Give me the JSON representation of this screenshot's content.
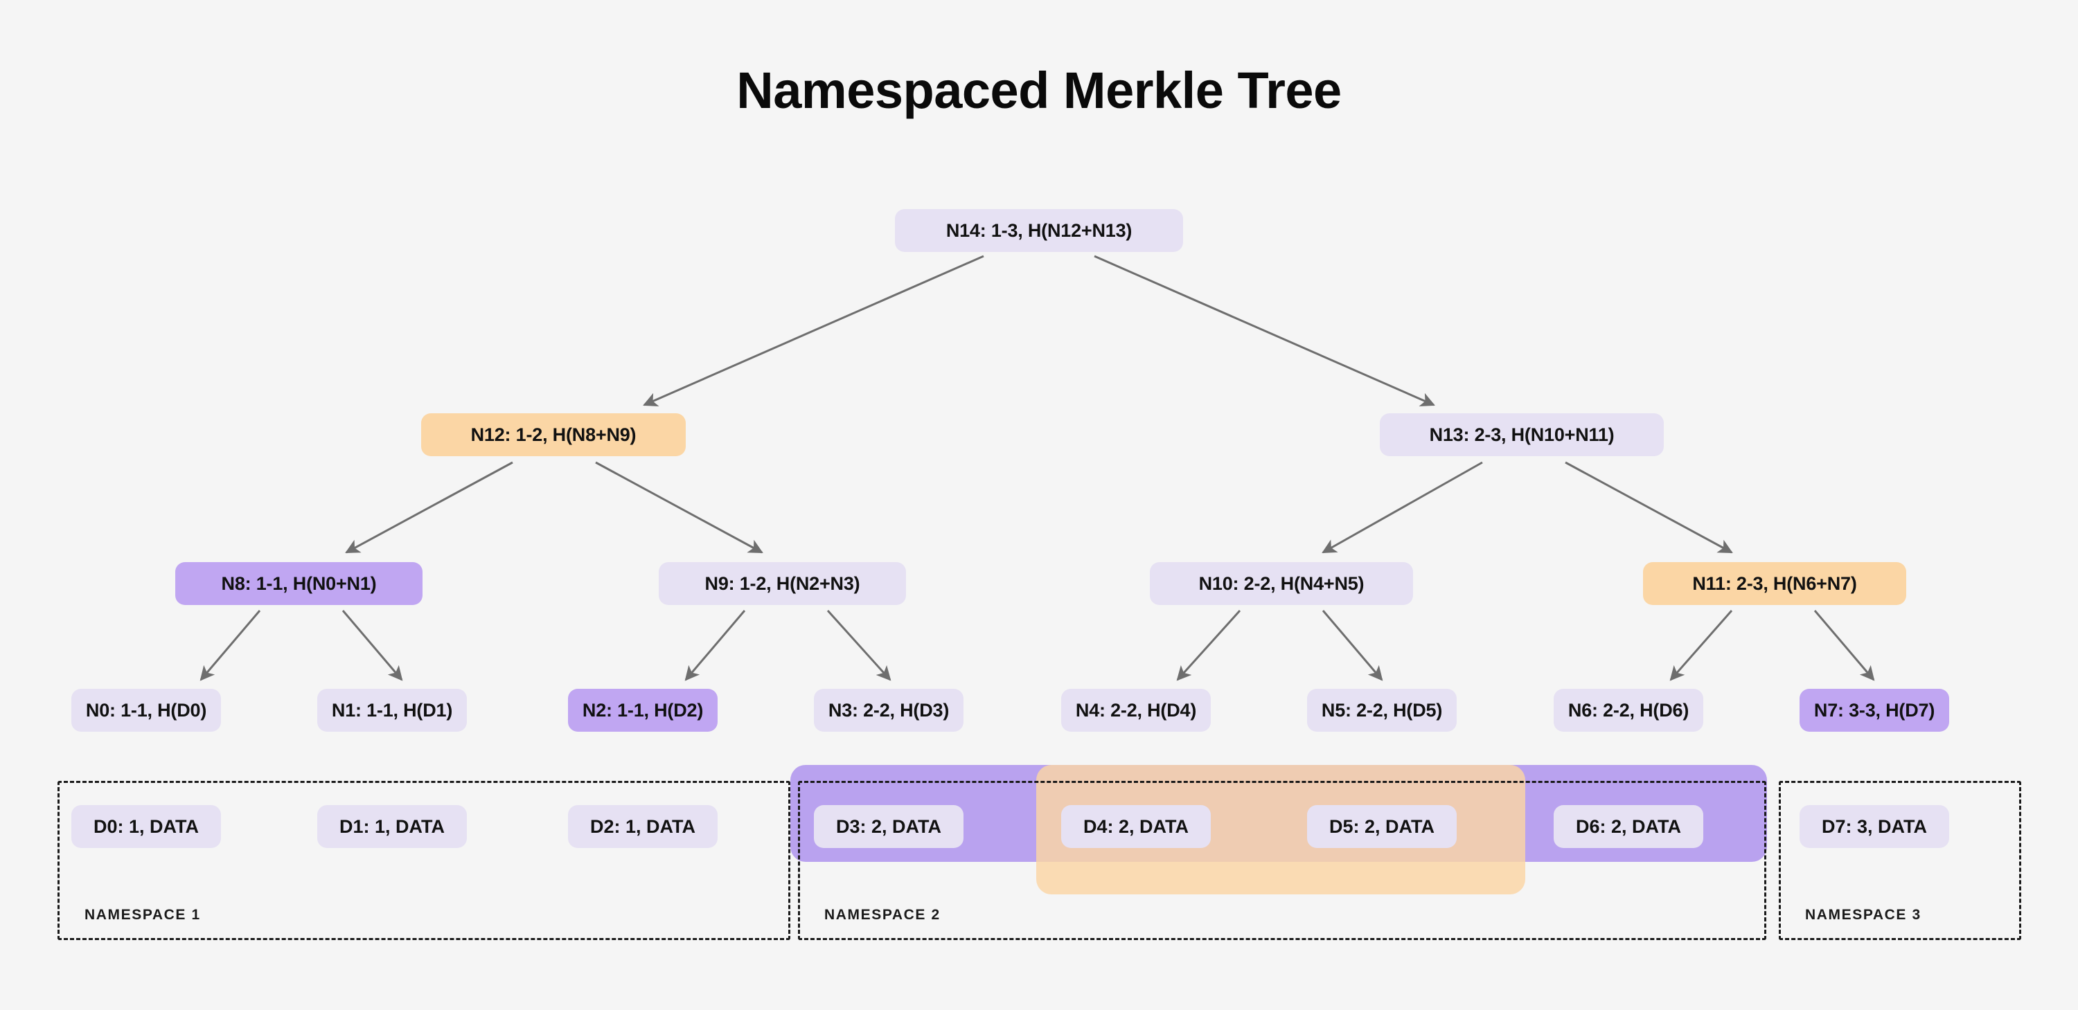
{
  "diagram": {
    "title": "Namespaced Merkle Tree",
    "background_color": "#f5f5f5",
    "edge_color": "#6e6e6e",
    "colors": {
      "node_default": "#e6e1f3",
      "highlight_purple": "#c0a6f2",
      "highlight_orange": "#fbd6a5",
      "band_purple": "#b9a2ef",
      "band_orange": "#fbd6a5",
      "text": "#111111"
    }
  },
  "tree": {
    "root": {
      "id": "N14",
      "label": "N14: 1-3, H(N12+N13)",
      "highlight": "none"
    },
    "level1": [
      {
        "id": "N12",
        "label": "N12: 1-2, H(N8+N9)",
        "highlight": "orange"
      },
      {
        "id": "N13",
        "label": "N13: 2-3, H(N10+N11)",
        "highlight": "none"
      }
    ],
    "level2": [
      {
        "id": "N8",
        "label": "N8: 1-1, H(N0+N1)",
        "highlight": "purple"
      },
      {
        "id": "N9",
        "label": "N9: 1-2, H(N2+N3)",
        "highlight": "none"
      },
      {
        "id": "N10",
        "label": "N10: 2-2, H(N4+N5)",
        "highlight": "none"
      },
      {
        "id": "N11",
        "label": "N11: 2-3, H(N6+N7)",
        "highlight": "orange"
      }
    ],
    "leaves": [
      {
        "id": "N0",
        "label": "N0: 1-1, H(D0)",
        "highlight": "none"
      },
      {
        "id": "N1",
        "label": "N1: 1-1, H(D1)",
        "highlight": "none"
      },
      {
        "id": "N2",
        "label": "N2: 1-1, H(D2)",
        "highlight": "purple"
      },
      {
        "id": "N3",
        "label": "N3: 2-2, H(D3)",
        "highlight": "none"
      },
      {
        "id": "N4",
        "label": "N4: 2-2, H(D4)",
        "highlight": "none"
      },
      {
        "id": "N5",
        "label": "N5: 2-2, H(D5)",
        "highlight": "none"
      },
      {
        "id": "N6",
        "label": "N6: 2-2, H(D6)",
        "highlight": "none"
      },
      {
        "id": "N7",
        "label": "N7: 3-3, H(D7)",
        "highlight": "purple"
      }
    ]
  },
  "data_row": [
    {
      "id": "D0",
      "label": "D0: 1, DATA",
      "namespace": 1
    },
    {
      "id": "D1",
      "label": "D1: 1, DATA",
      "namespace": 1
    },
    {
      "id": "D2",
      "label": "D2: 1, DATA",
      "namespace": 1
    },
    {
      "id": "D3",
      "label": "D3: 2, DATA",
      "namespace": 2
    },
    {
      "id": "D4",
      "label": "D4: 2, DATA",
      "namespace": 2
    },
    {
      "id": "D5",
      "label": "D5: 2, DATA",
      "namespace": 2
    },
    {
      "id": "D6",
      "label": "D6: 2, DATA",
      "namespace": 2
    },
    {
      "id": "D7",
      "label": "D7: 3, DATA",
      "namespace": 3
    }
  ],
  "namespaces": [
    {
      "id": "ns1",
      "label": "NAMESPACE 1",
      "members": [
        "D0",
        "D1",
        "D2"
      ]
    },
    {
      "id": "ns2",
      "label": "NAMESPACE 2",
      "members": [
        "D3",
        "D4",
        "D5",
        "D6"
      ]
    },
    {
      "id": "ns3",
      "label": "NAMESPACE 3",
      "members": [
        "D7"
      ]
    }
  ],
  "bands": [
    {
      "id": "band-purple",
      "color": "purple",
      "covers": [
        "D3",
        "D4",
        "D5",
        "D6"
      ]
    },
    {
      "id": "band-orange",
      "color": "orange",
      "covers": [
        "D4",
        "D5"
      ]
    }
  ]
}
